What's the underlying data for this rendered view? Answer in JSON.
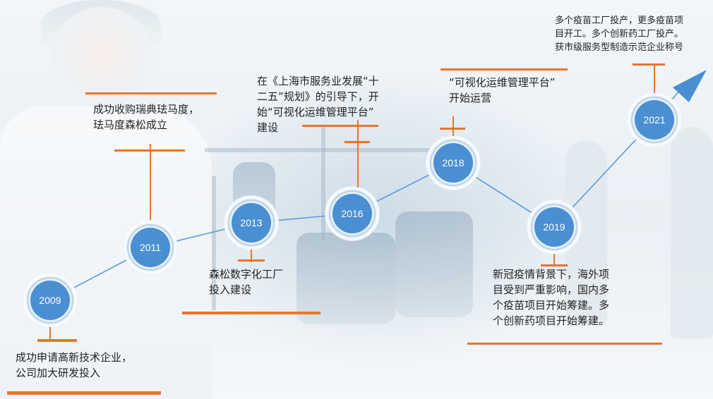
{
  "milestones": [
    {
      "year": "2009",
      "text": "成功申请高新技术企业，\n公司加大研发投入"
    },
    {
      "year": "2011",
      "text": "成功收购瑞典珐马度，\n珐马度森松成立"
    },
    {
      "year": "2013",
      "text": "森松数字化工厂\n投入建设"
    },
    {
      "year": "2016",
      "text": "在《上海市服务业发展“十\n二五”规划》的引导下，开\n始“可视化运维管理平台”\n建设"
    },
    {
      "year": "2018",
      "text": "“可视化运维管理平台”\n开始运营"
    },
    {
      "year": "2019",
      "text": "新冠疫情背景下，海外项\n目受到严重影响，国内多\n个疫苗项目开始筹建。多\n个创新药项目开始筹建。"
    },
    {
      "year": "2021",
      "text": "多个疫苗工厂投产，更多疫苗项\n目开工。多个创新药工厂投产。\n获市级服务型制造示范企业称号"
    }
  ],
  "colors": {
    "accent": "#e8752d",
    "node": "#4a8fd1",
    "line": "#5b9bd5"
  }
}
